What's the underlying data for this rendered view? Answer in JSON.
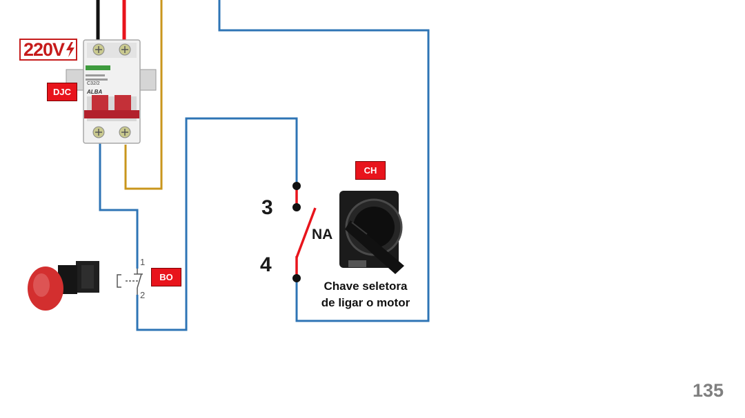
{
  "diagram": {
    "voltage_label": "220V",
    "tags": {
      "breaker": "DJC",
      "selector": "CH",
      "button": "BO"
    },
    "switch_terminals": {
      "top": "3",
      "bottom": "4"
    },
    "switch_type": "NA",
    "button_contacts": {
      "top": "1",
      "bottom": "2"
    },
    "selector_caption_line1": "Chave seletora",
    "selector_caption_line2": "de ligar o motor",
    "breaker_markings": {
      "brand": "ALBA",
      "model": "C32/2"
    },
    "colors": {
      "blue_wire": "#2e74b5",
      "red_wire": "#e8141c",
      "black_wire": "#111111",
      "yellow_wire": "#c9961c",
      "tag_red": "#e8141c"
    }
  },
  "page_number": "135"
}
